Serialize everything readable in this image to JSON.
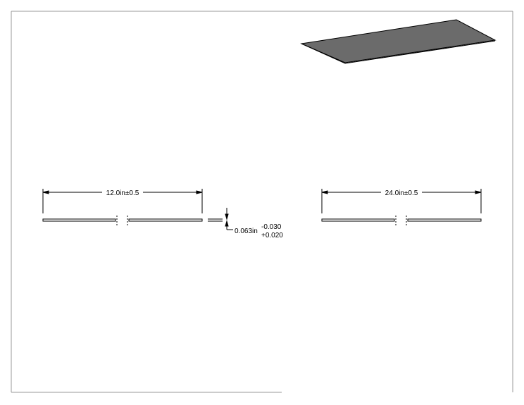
{
  "drawing": {
    "views": {
      "front": {
        "length_dimension": "12.0in±0.5",
        "thickness_dimension": {
          "nominal": "0.063in",
          "tolerance_upper": "-0.030",
          "tolerance_lower": "+0.020"
        }
      },
      "side": {
        "length_dimension": "24.0in±0.5"
      },
      "isometric": {
        "fill_color": "#6b6b6b"
      }
    },
    "colors": {
      "line": "#000000",
      "border": "#999999"
    }
  }
}
